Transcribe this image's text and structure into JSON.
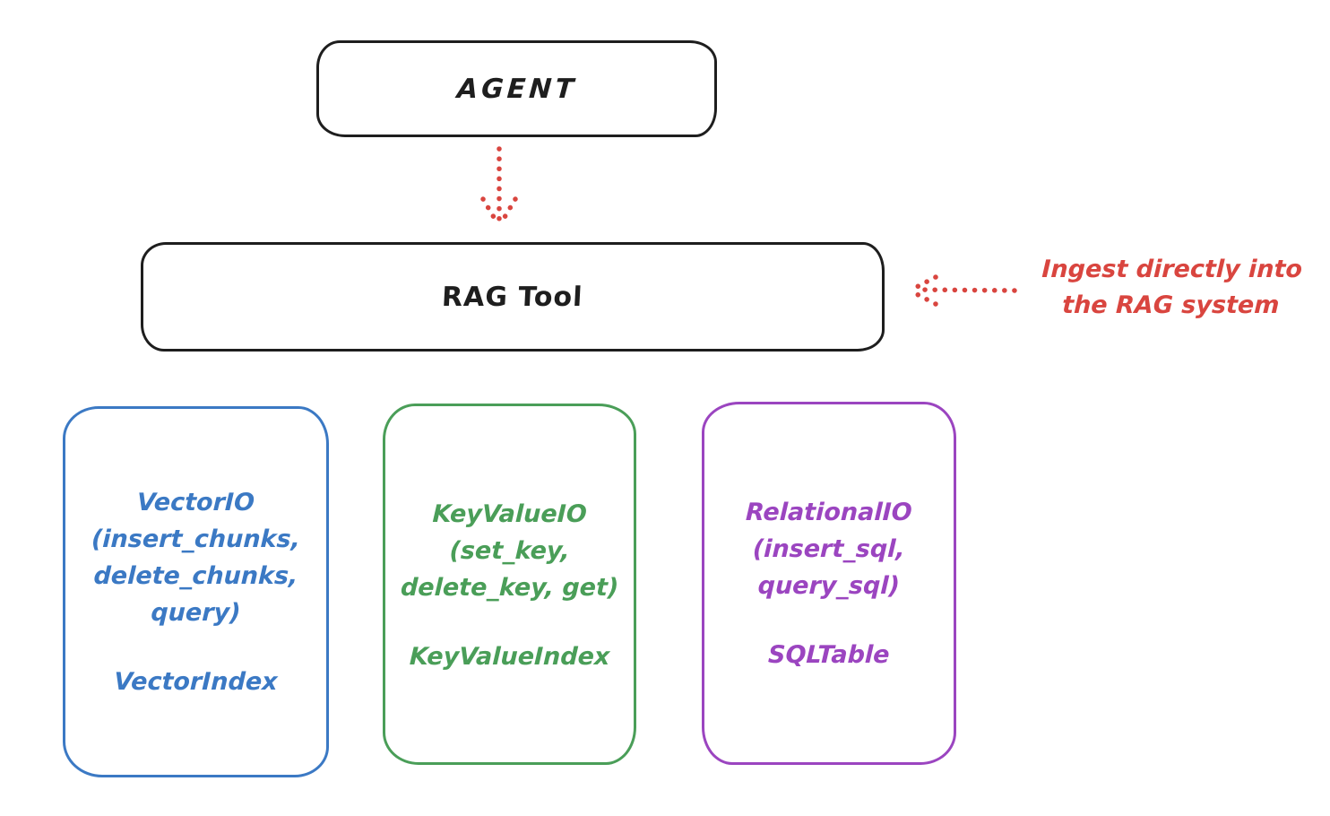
{
  "diagram": {
    "background": "#ffffff",
    "stroke_black": "#1e1e1e",
    "accent_red": "#d9453f",
    "agent": {
      "label": "AGENT"
    },
    "rag_tool": {
      "label": "RAG Tool"
    },
    "annotation": {
      "line1": "Ingest directly into",
      "line2": "the RAG system",
      "color": "#d9453f"
    },
    "arrows": [
      {
        "name": "agent-to-rag-tool",
        "style": "dotted",
        "direction": "down",
        "color": "#d9453f"
      },
      {
        "name": "annotation-to-rag-tool",
        "style": "dotted",
        "direction": "left",
        "color": "#d9453f"
      }
    ],
    "providers": [
      {
        "name": "vector-io",
        "color": "#3b79c4",
        "lines": [
          "VectorIO",
          "(insert_chunks,",
          "delete_chunks,",
          "query)"
        ],
        "index_label": "VectorIndex"
      },
      {
        "name": "keyvalue-io",
        "color": "#4a9e58",
        "lines": [
          "KeyValueIO",
          "(set_key,",
          "delete_key, get)"
        ],
        "index_label": "KeyValueIndex"
      },
      {
        "name": "relational-io",
        "color": "#9b45c0",
        "lines": [
          "RelationalIO",
          "(insert_sql,",
          "query_sql)"
        ],
        "index_label": "SQLTable"
      }
    ]
  }
}
